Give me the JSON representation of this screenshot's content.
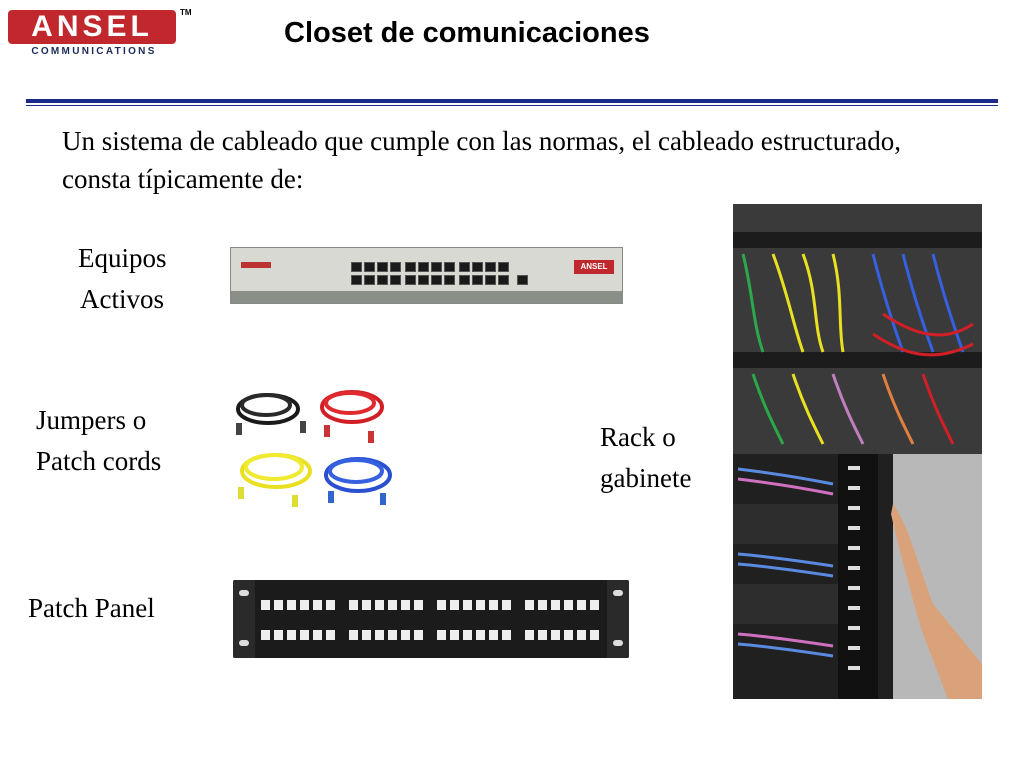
{
  "logo": {
    "name": "ANSEL",
    "sub": "COMMUNICATIONS",
    "tm": "TM"
  },
  "title": "Closet de comunicaciones",
  "intro": "Un sistema de cableado que cumple con las normas, el cableado estructurado, consta típicamente de:",
  "items": {
    "equipos_line1": "Equipos",
    "equipos_line2": "Activos",
    "jumpers_line1": "Jumpers o",
    "jumpers_line2": "Patch cords",
    "patch_panel": "Patch Panel",
    "rack_line1": "Rack o",
    "rack_line2": "gabinete"
  },
  "switch_brand": "ANSEL",
  "colors": {
    "accent_rule": "#1c2a8a",
    "logo_red": "#c0282d"
  }
}
